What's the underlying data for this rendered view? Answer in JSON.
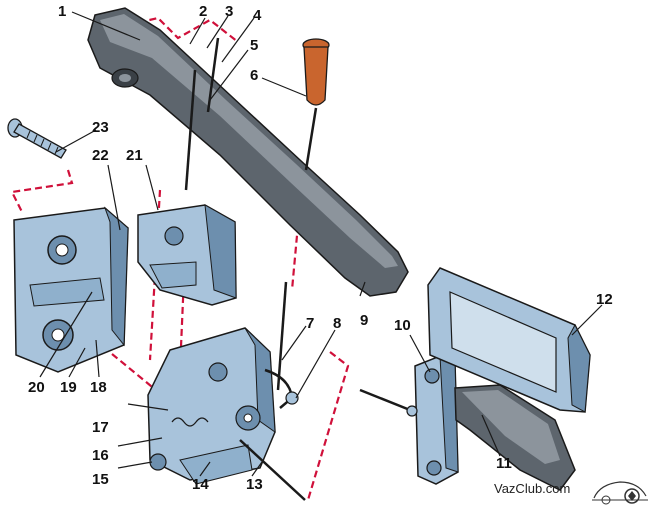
{
  "diagram": {
    "callouts": [
      "1",
      "2",
      "3",
      "4",
      "5",
      "6",
      "7",
      "8",
      "9",
      "10",
      "11",
      "12",
      "13",
      "14",
      "15",
      "16",
      "17",
      "18",
      "19",
      "20",
      "21",
      "22",
      "23"
    ],
    "colors": {
      "handle": "#5d656d",
      "handle_light": "#8c949c",
      "part_blue": "#a8c3db",
      "part_blue_dark": "#6d8fae",
      "knob": "#c9652e",
      "dash": "#d0103a",
      "ink": "#1a1a1a"
    }
  },
  "watermark": {
    "text": "VazClub.com",
    "icon": "car-logo-icon"
  }
}
